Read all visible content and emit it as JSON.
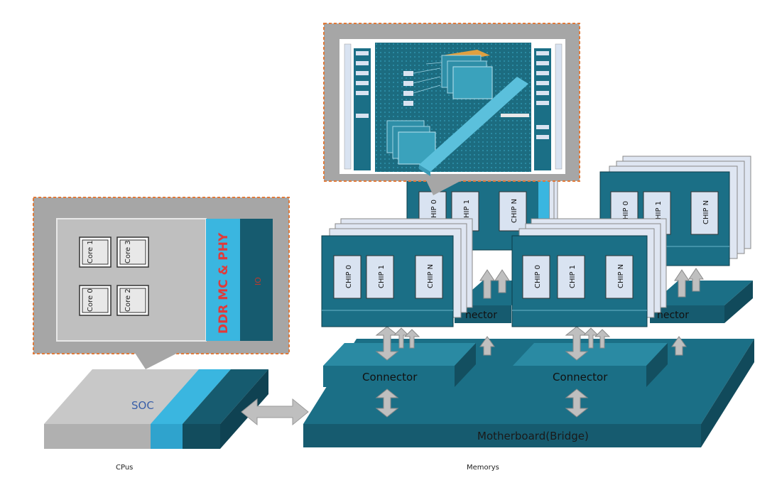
{
  "labels": {
    "cpus_caption": "CPus",
    "memorys_caption": "Memorys",
    "soc": "SOC",
    "motherboard": "Motherboard(Bridge)",
    "connector": "Connector",
    "connector_partial": "nector",
    "ddr_phy": "DDR MC & PHY",
    "io": "IO",
    "chip0": "CHIP 0",
    "chip1": "CHIP 1",
    "chipn": "CHIP N",
    "core0": "Core 0",
    "core1": "Core 1",
    "core2": "Core 2",
    "core3": "Core 3"
  },
  "colors": {
    "teal_dark": "#165b6f",
    "teal_mid": "#1b6f86",
    "teal_light": "#3ca3c2",
    "cyan": "#3ab6e0",
    "chip_box": "#d9e3f1",
    "gray_panel": "#a6a6a6",
    "gray_inner": "#bfbfbf",
    "callout_border": "#e07a3a",
    "soc_gray": "#c8c8c8",
    "ddr_text": "#e03a3a",
    "soc_text": "#3a5fa8"
  }
}
